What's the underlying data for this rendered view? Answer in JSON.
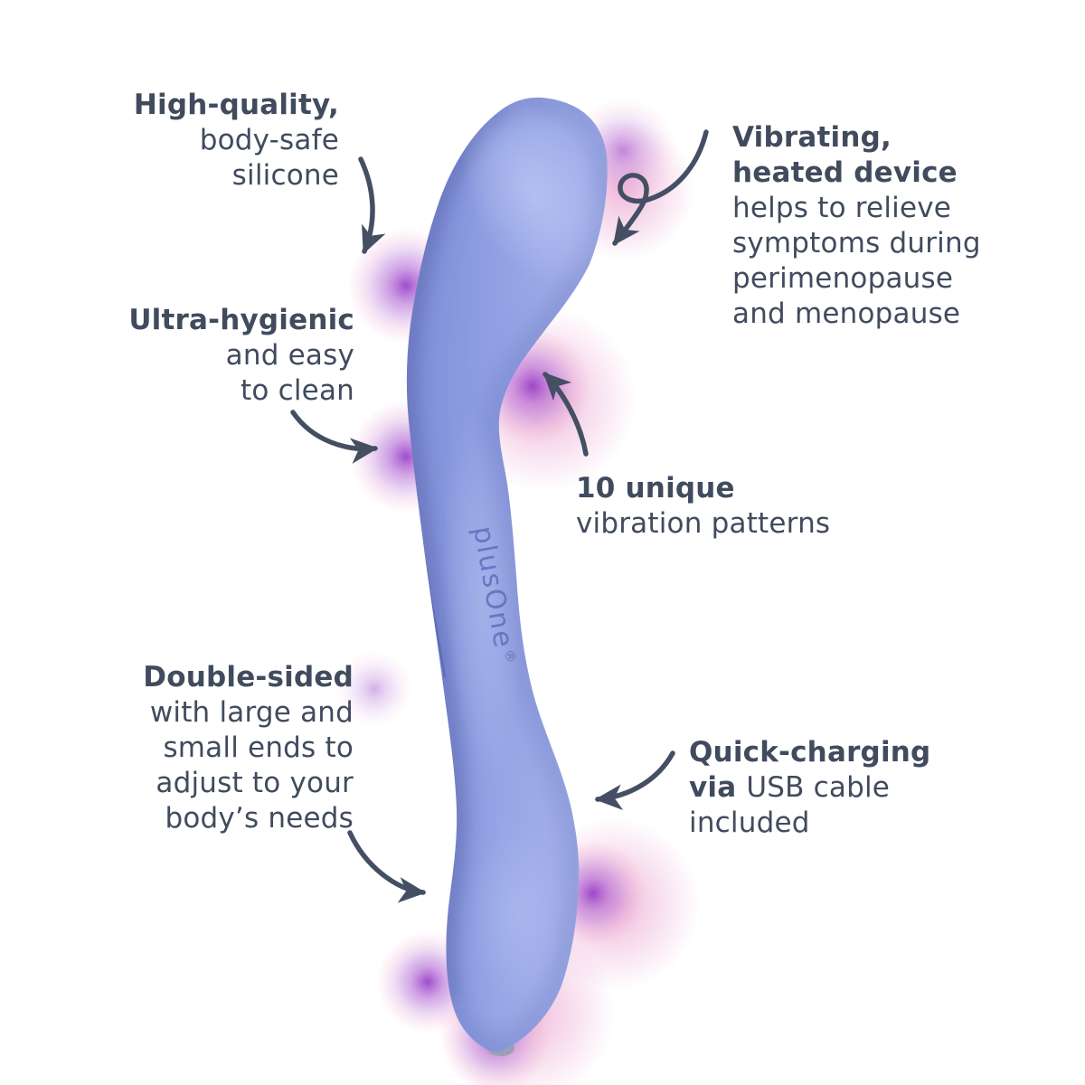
{
  "figure": {
    "type": "product-feature-infographic",
    "background": "#ffffff"
  },
  "product": {
    "logo_text": "plusOne",
    "logo_registered_mark": "®",
    "description": "double-sided curved silicone wand device"
  },
  "colors": {
    "text": "#414b5e",
    "arrow": "#454f63",
    "body_light": "#aab6ee",
    "body_mid": "#93a2e4",
    "body_dark": "#7e8ed6",
    "body_edge": "#5f6cb4",
    "highlight": "#b9c4f2",
    "glow_purple": "#9234c4",
    "glow_purple_mid": "#b36ad4",
    "glow_pink": "#e178b9",
    "logo": "#5463b5",
    "nub_gray": "#9aa0b4"
  },
  "callouts": [
    {
      "id": "high-quality",
      "align": "right",
      "lines": [
        [
          {
            "t": "High-quality,",
            "b": true
          }
        ],
        [
          {
            "t": "body-safe",
            "b": false
          }
        ],
        [
          {
            "t": "silicone",
            "b": false
          }
        ]
      ]
    },
    {
      "id": "vibrating",
      "align": "left",
      "lines": [
        [
          {
            "t": "Vibrating,",
            "b": true
          }
        ],
        [
          {
            "t": "heated device",
            "b": true
          }
        ],
        [
          {
            "t": "helps to relieve",
            "b": false
          }
        ],
        [
          {
            "t": "symptoms during",
            "b": false
          }
        ],
        [
          {
            "t": "perimenopause",
            "b": false
          }
        ],
        [
          {
            "t": "and menopause",
            "b": false
          }
        ]
      ]
    },
    {
      "id": "ultra-hygienic",
      "align": "right",
      "lines": [
        [
          {
            "t": "Ultra-hygienic",
            "b": true
          }
        ],
        [
          {
            "t": "and easy",
            "b": false
          }
        ],
        [
          {
            "t": "to clean",
            "b": false
          }
        ]
      ]
    },
    {
      "id": "vibration-patterns",
      "align": "left",
      "lines": [
        [
          {
            "t": "10 unique",
            "b": true
          }
        ],
        [
          {
            "t": "vibration patterns",
            "b": false
          }
        ]
      ]
    },
    {
      "id": "double-sided",
      "align": "right",
      "lines": [
        [
          {
            "t": "Double-sided",
            "b": true
          }
        ],
        [
          {
            "t": "with large and",
            "b": false
          }
        ],
        [
          {
            "t": "small ends to",
            "b": false
          }
        ],
        [
          {
            "t": "adjust to your",
            "b": false
          }
        ],
        [
          {
            "t": "body’s needs",
            "b": false
          }
        ]
      ]
    },
    {
      "id": "quick-charging",
      "align": "left",
      "lines": [
        [
          {
            "t": "Quick-charging",
            "b": true
          }
        ],
        [
          {
            "t": "via ",
            "b": true
          },
          {
            "t": "USB cable",
            "b": false
          }
        ],
        [
          {
            "t": "included",
            "b": false
          }
        ]
      ]
    }
  ]
}
